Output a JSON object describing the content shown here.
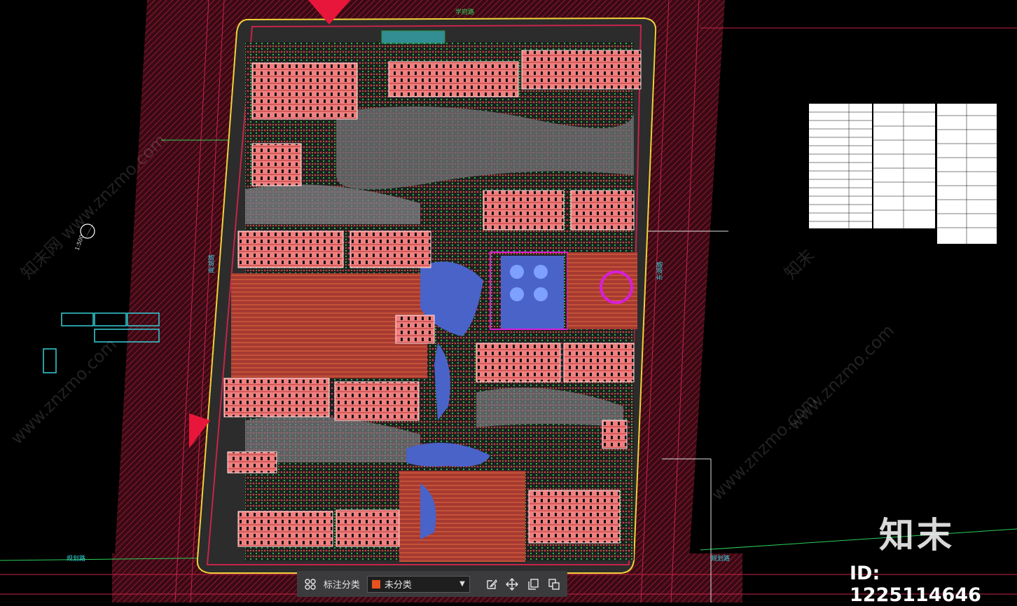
{
  "toolbar": {
    "label": "标注分类",
    "select_value": "未分类",
    "select_color": "#e8521e"
  },
  "watermark": {
    "brand": "知末",
    "id_text": "ID: 1225114646",
    "repeat_text": "知末网 www.znzmo.com",
    "repeat_text_2": "www.znzmo.com",
    "repeat_text_3": "知末"
  },
  "drawing": {
    "scale_note": "1:500",
    "road_label_top": "学府路",
    "road_label_left": "南湖路",
    "road_label_right": "东湖路",
    "road_label_bottom_left": "规划路",
    "road_label_bottom_right": "规划路"
  },
  "colors": {
    "site_red": "#c7244a",
    "building": "#f37c7c",
    "water": "#4a63c9",
    "path_gray": "#8f8f95",
    "green": "#29c25a",
    "yellow": "#f2d338",
    "magenta": "#d81ed8",
    "cyan": "#36cfd8",
    "white": "#ffffff"
  }
}
